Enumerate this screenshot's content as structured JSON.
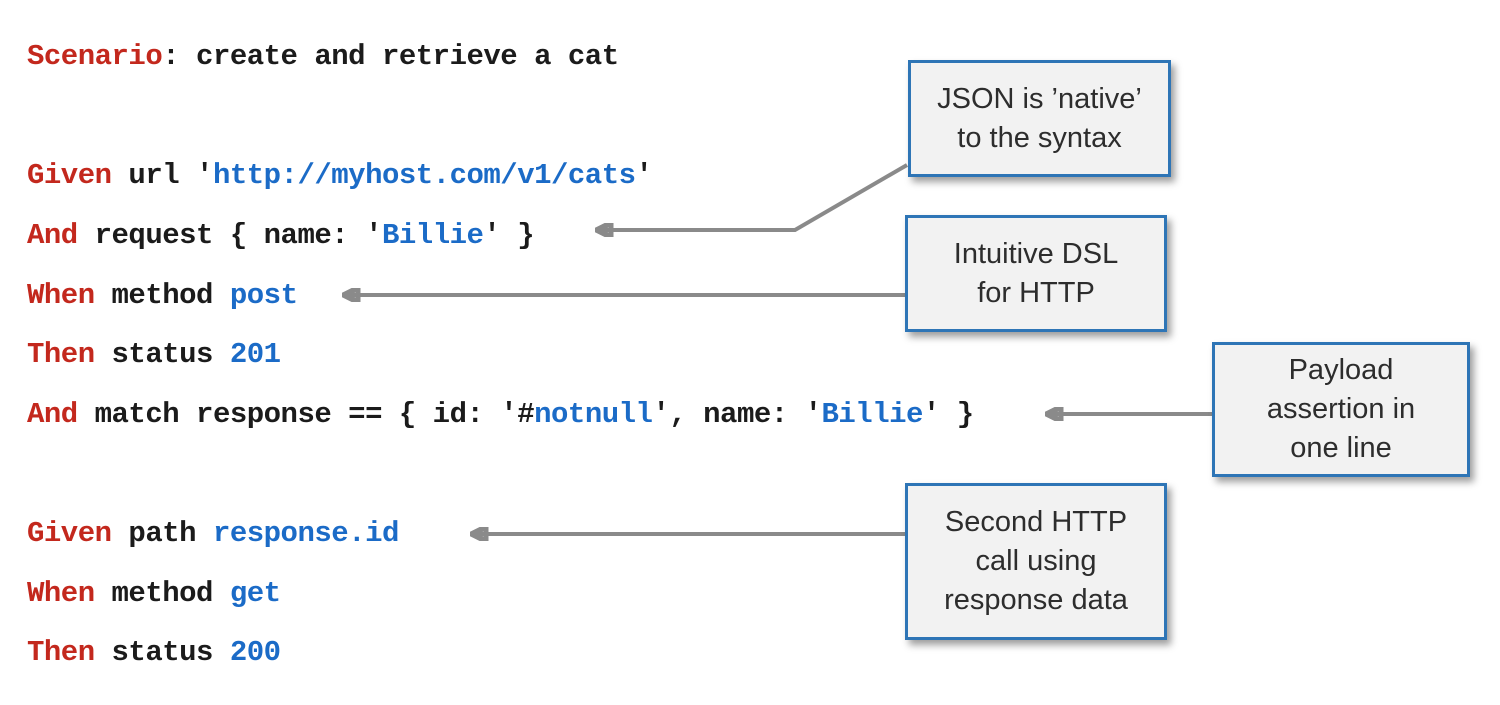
{
  "title": "Karate DSL annotated scenario",
  "colors": {
    "keyword_red": "#c3281d",
    "value_blue": "#1b6bc7",
    "code_black": "#1b1b1b",
    "callout_border_blue": "#2e75b6",
    "callout_fill_gray": "#f2f2f2",
    "callout_text": "#2d2d2d",
    "arrow_gray": "#8a8a8a",
    "background": "#ffffff"
  },
  "code": {
    "lines": [
      {
        "tokens": [
          {
            "t": "Scenario",
            "c": "k"
          },
          {
            "t": ": create and retrieve a cat",
            "c": "p"
          }
        ]
      },
      {
        "tokens": []
      },
      {
        "tokens": [
          {
            "t": "Given",
            "c": "k"
          },
          {
            "t": " url ",
            "c": "p"
          },
          {
            "t": "'",
            "c": "p"
          },
          {
            "t": "http://myhost.com/v1/cats",
            "c": "v"
          },
          {
            "t": "'",
            "c": "p"
          }
        ]
      },
      {
        "tokens": [
          {
            "t": "And",
            "c": "k"
          },
          {
            "t": " request { name: ",
            "c": "p"
          },
          {
            "t": "'",
            "c": "p"
          },
          {
            "t": "Billie",
            "c": "v"
          },
          {
            "t": "'",
            "c": "p"
          },
          {
            "t": " }",
            "c": "p"
          }
        ]
      },
      {
        "tokens": [
          {
            "t": "When",
            "c": "k"
          },
          {
            "t": " method ",
            "c": "p"
          },
          {
            "t": "post",
            "c": "v"
          }
        ]
      },
      {
        "tokens": [
          {
            "t": "Then",
            "c": "k"
          },
          {
            "t": " status ",
            "c": "p"
          },
          {
            "t": "201",
            "c": "v"
          }
        ]
      },
      {
        "tokens": [
          {
            "t": "And",
            "c": "k"
          },
          {
            "t": " match response == { id: ",
            "c": "p"
          },
          {
            "t": "'#",
            "c": "p"
          },
          {
            "t": "notnull",
            "c": "v"
          },
          {
            "t": "', name: ",
            "c": "p"
          },
          {
            "t": "'",
            "c": "p"
          },
          {
            "t": "Billie",
            "c": "v"
          },
          {
            "t": "' }",
            "c": "p"
          }
        ]
      },
      {
        "tokens": []
      },
      {
        "tokens": [
          {
            "t": "Given",
            "c": "k"
          },
          {
            "t": " path ",
            "c": "p"
          },
          {
            "t": "response.id",
            "c": "v"
          }
        ]
      },
      {
        "tokens": [
          {
            "t": "When",
            "c": "k"
          },
          {
            "t": " method ",
            "c": "p"
          },
          {
            "t": "get",
            "c": "v"
          }
        ]
      },
      {
        "tokens": [
          {
            "t": "Then",
            "c": "k"
          },
          {
            "t": " status ",
            "c": "p"
          },
          {
            "t": "200",
            "c": "v"
          }
        ]
      }
    ]
  },
  "callouts": [
    {
      "name": "json-native",
      "lines": [
        "JSON is ’native’",
        "to the syntax"
      ]
    },
    {
      "name": "intuitive-dsl",
      "lines": [
        "Intuitive DSL",
        "for HTTP"
      ]
    },
    {
      "name": "payload",
      "lines": [
        "Payload",
        "assertion in",
        "one line"
      ]
    },
    {
      "name": "second-call",
      "lines": [
        "Second HTTP",
        "call using",
        "response data"
      ]
    }
  ]
}
